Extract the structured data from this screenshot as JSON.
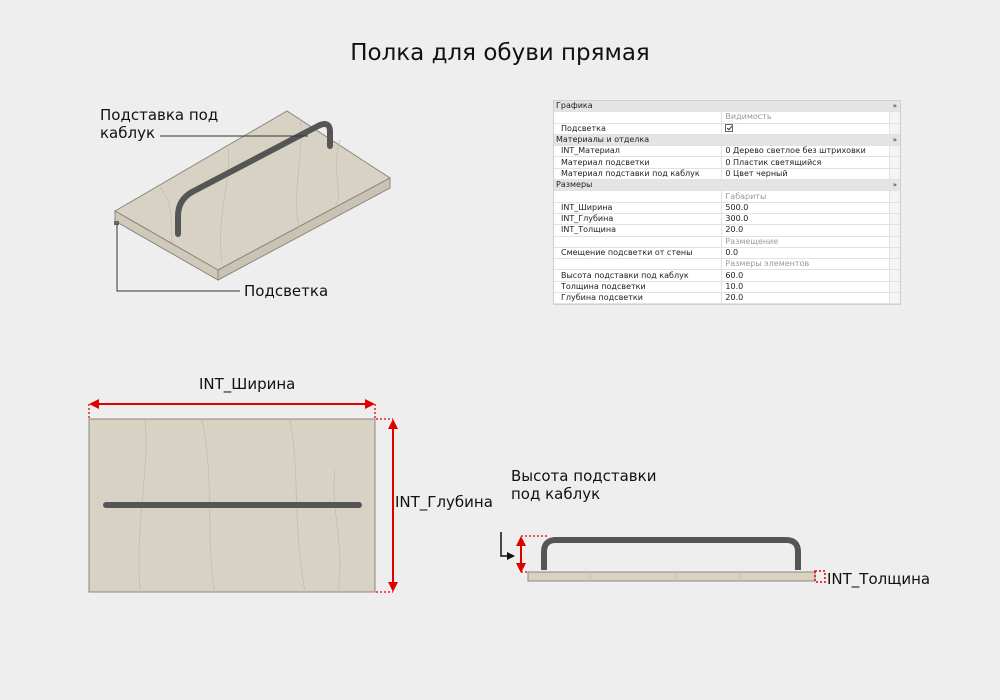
{
  "title": "Полка для обуви прямая",
  "labels": {
    "heel_stand": "Подставка под каблук",
    "backlight": "Подсветка",
    "width": "INT_Ширина",
    "depth": "INT_Глубина",
    "heel_height": "Высота подставки под каблук",
    "thickness": "INT_Толщина"
  },
  "properties": {
    "groups": [
      {
        "name": "Графика",
        "chevron": "»",
        "rows": [
          {
            "type": "sub",
            "value": "Видимость"
          },
          {
            "name": "Подсветка",
            "value": "",
            "checkbox": true
          }
        ]
      },
      {
        "name": "Материалы и отделка",
        "chevron": "»",
        "rows": [
          {
            "name": "INT_Материал",
            "value": "0 Дерево светлое без штриховки"
          },
          {
            "name": "Материал подсветки",
            "value": "0 Пластик светящийся"
          },
          {
            "name": "Материал подставки под каблук",
            "value": "0 Цвет черный"
          }
        ]
      },
      {
        "name": "Размеры",
        "chevron": "»",
        "rows": [
          {
            "type": "sub",
            "value": "Габариты"
          },
          {
            "name": "INT_Ширина",
            "value": "500.0"
          },
          {
            "name": "INT_Глубина",
            "value": "300.0"
          },
          {
            "name": "INT_Толщина",
            "value": "20.0"
          },
          {
            "type": "sub",
            "value": "Размещение"
          },
          {
            "name": "Смещение подсветки от стены",
            "value": "0.0"
          },
          {
            "type": "sub",
            "value": "Размеры элементов"
          },
          {
            "name": "Высота подставки под каблук",
            "value": "60.0"
          },
          {
            "name": "Толщина подсветки",
            "value": "10.0"
          },
          {
            "name": "Глубина подсветки",
            "value": "20.0"
          }
        ]
      }
    ]
  },
  "colors": {
    "board": "#d8d2c4",
    "board_edge": "#cfc9ba",
    "rod": "#555555",
    "dimension": "#e00000"
  }
}
